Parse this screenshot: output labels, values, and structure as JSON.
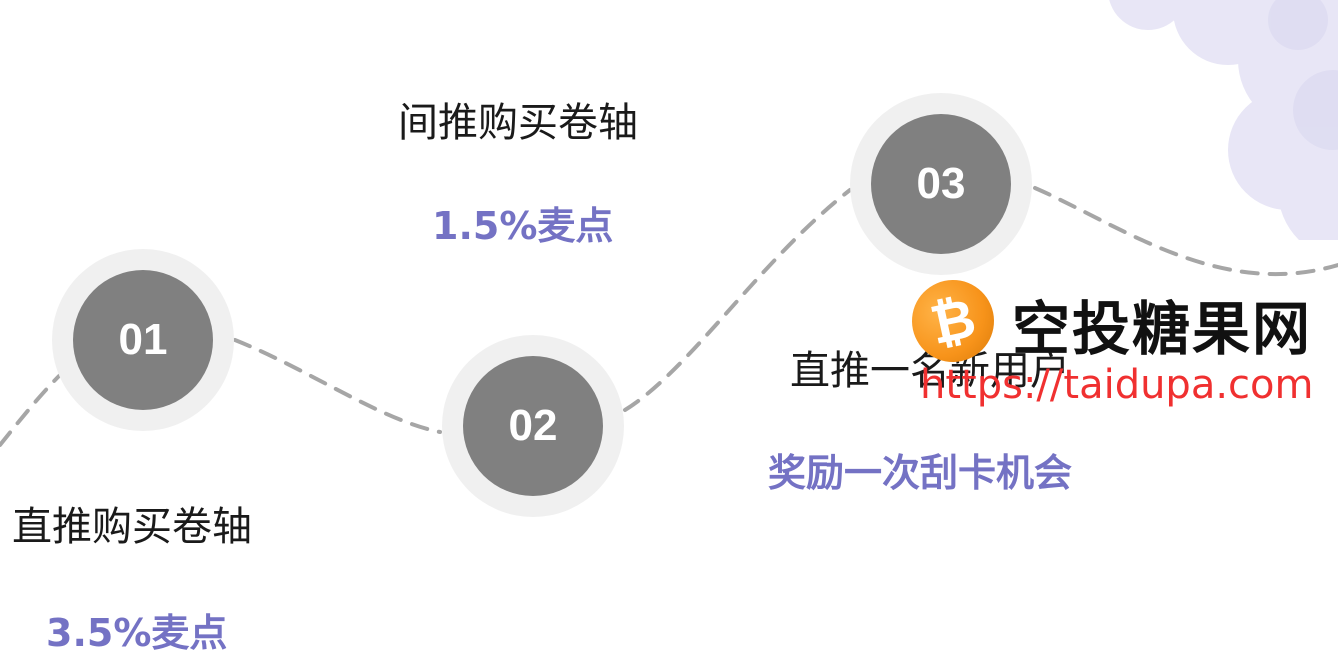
{
  "steps": [
    {
      "number": "01",
      "title": "直推购买卷轴",
      "reward": "3.5%麦点"
    },
    {
      "number": "02",
      "title": "间推购买卷轴",
      "reward": "1.5%麦点"
    },
    {
      "number": "03",
      "title": "直推一名新用户",
      "reward": "奖励一次刮卡机会"
    }
  ],
  "watermark": {
    "coin_symbol": "₿",
    "name": "空投糖果网",
    "url": "https://taidupa.com"
  },
  "colors": {
    "node_outer": "#f0f0f0",
    "node_inner": "#808080",
    "reward_text": "#7472c4",
    "dashed_path": "#a6a6a6",
    "cloud": "#e6e4f5",
    "watermark_url": "#f03030",
    "coin": "#f7931a"
  },
  "icons": {
    "coin": "bitcoin-coin-icon",
    "cloud": "cloud-decoration"
  }
}
